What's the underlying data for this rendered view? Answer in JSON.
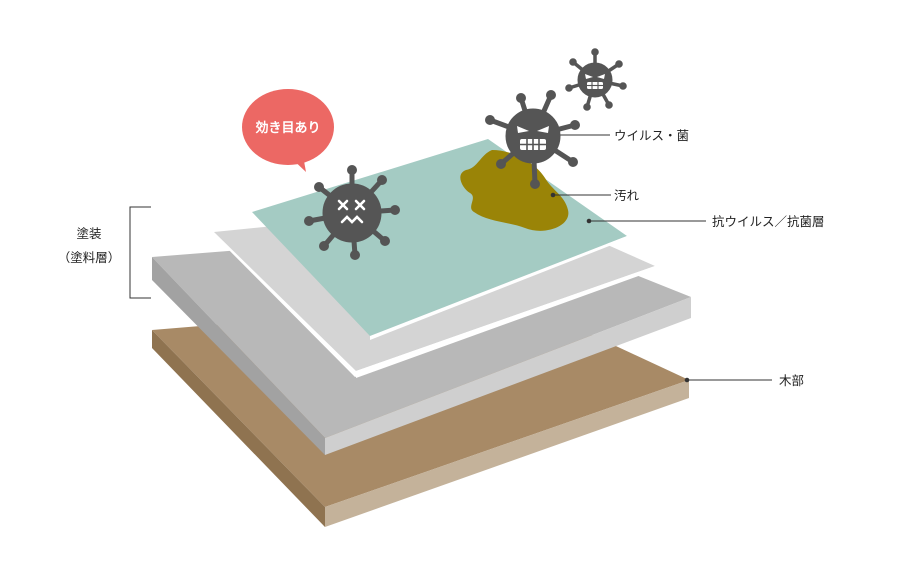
{
  "labels": {
    "coating": "塗装",
    "coating_layer": "（塗料層）",
    "virus_bacteria": "ウイルス・菌",
    "dirt": "汚れ",
    "antiviral_layer": "抗ウイルス／抗菌層",
    "wood": "木部",
    "effective": "効き目あり"
  },
  "colors": {
    "wood_top": "#a88a66",
    "wood_side_left": "#8f7350",
    "wood_side_front": "#c4b29a",
    "paint_top": "#b8b8b8",
    "paint_side_left": "#a2a2a2",
    "paint_side_front": "#cfcfcf",
    "coat_top": "#d4d4d4",
    "antiviral_top": "#a4cbc3",
    "dirt": "#9a8407",
    "virus": "#555555",
    "bubble": "#ec6864"
  },
  "icons": [
    "dead-virus-icon",
    "angry-virus-icon",
    "small-virus-icon"
  ]
}
